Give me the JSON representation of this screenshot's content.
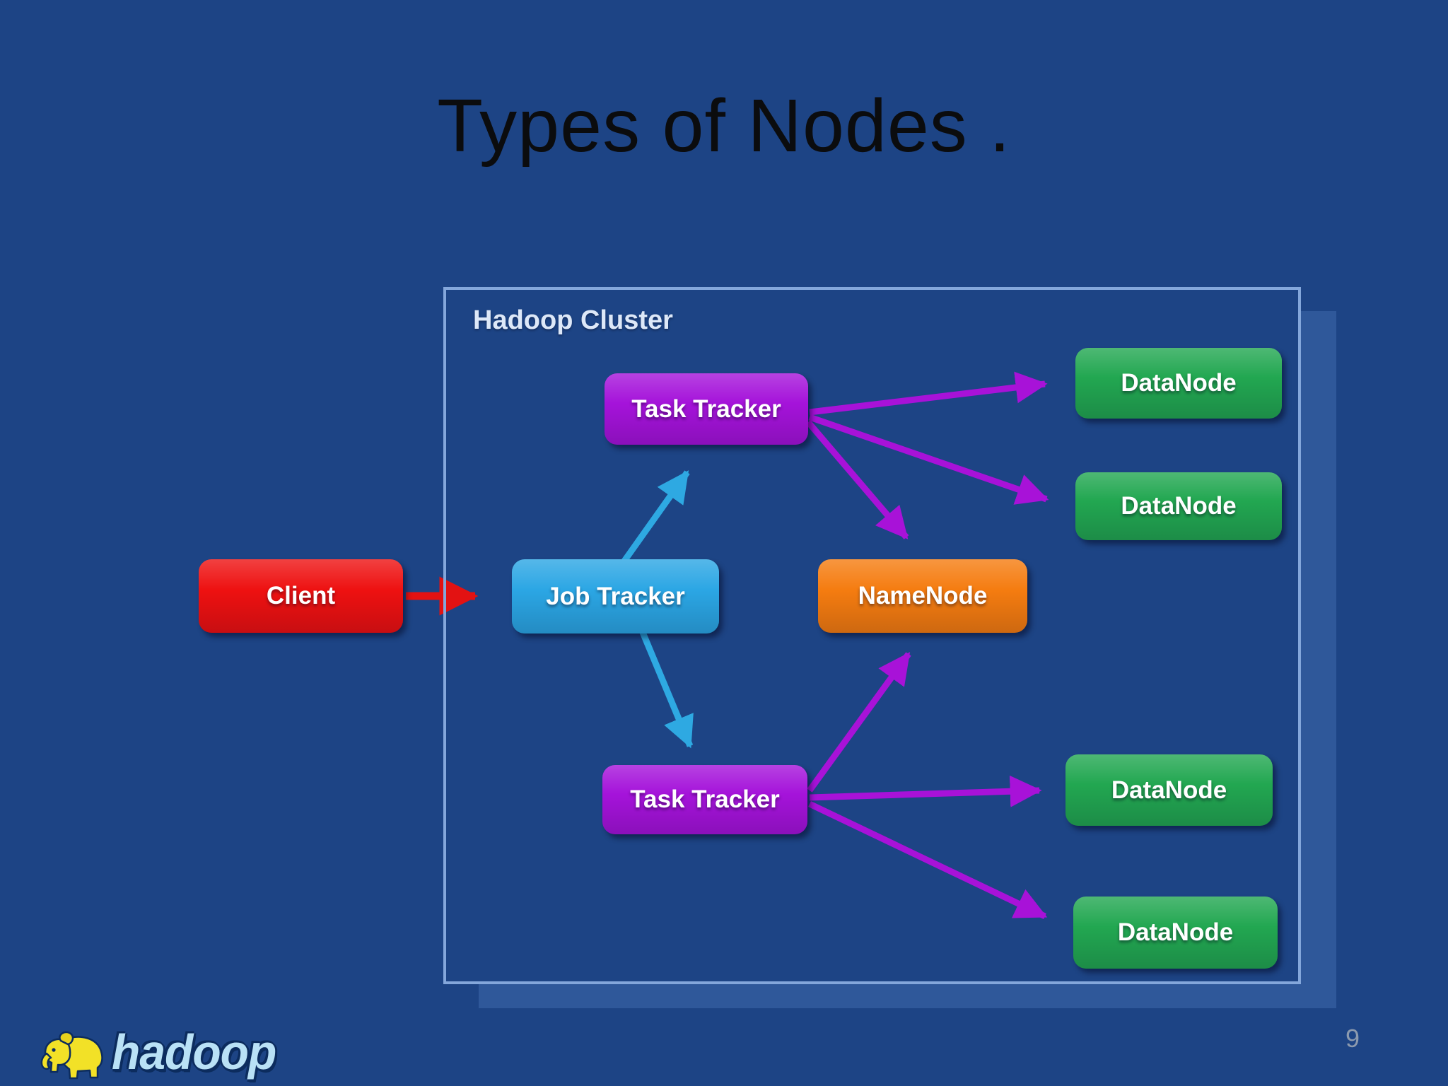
{
  "slide": {
    "title": "Types of Nodes .",
    "page_number": "9"
  },
  "cluster": {
    "label": "Hadoop Cluster",
    "border_color": "#84a7db"
  },
  "nodes": {
    "client": {
      "label": "Client",
      "color": "#ee1111"
    },
    "job_tracker": {
      "label": "Job Tracker",
      "color": "#2ba6e4"
    },
    "task_tracker_top": {
      "label": "Task Tracker",
      "color": "#a513da"
    },
    "task_tracker_bottom": {
      "label": "Task Tracker",
      "color": "#a513da"
    },
    "name_node": {
      "label": "NameNode",
      "color": "#f57c10"
    },
    "data_nodes": [
      {
        "label": "DataNode"
      },
      {
        "label": "DataNode"
      },
      {
        "label": "DataNode"
      },
      {
        "label": "DataNode"
      }
    ],
    "data_node_color": "#22a751"
  },
  "edges": [
    {
      "from": "Client",
      "to": "Job Tracker",
      "color": "#e31212"
    },
    {
      "from": "Job Tracker",
      "to": "Task Tracker (top)",
      "color": "#2ea9e2"
    },
    {
      "from": "Job Tracker",
      "to": "Task Tracker (bottom)",
      "color": "#2ea9e2"
    },
    {
      "from": "Task Tracker (top)",
      "to": "DataNode 1",
      "color": "#a812d8"
    },
    {
      "from": "Task Tracker (top)",
      "to": "DataNode 2",
      "color": "#a812d8"
    },
    {
      "from": "Task Tracker (top)",
      "to": "NameNode",
      "color": "#a812d8"
    },
    {
      "from": "Task Tracker (bottom)",
      "to": "NameNode",
      "color": "#a812d8"
    },
    {
      "from": "Task Tracker (bottom)",
      "to": "DataNode 3",
      "color": "#a812d8"
    },
    {
      "from": "Task Tracker (bottom)",
      "to": "DataNode 4",
      "color": "#a812d8"
    }
  ],
  "footer": {
    "logo_text": "hadoop"
  },
  "colors": {
    "background": "#1d4485",
    "title_text": "#0b0c0e",
    "page_number_text": "#8c9aae",
    "logo_text": "#b9e1f6",
    "logo_elephant": "#f2e127"
  }
}
